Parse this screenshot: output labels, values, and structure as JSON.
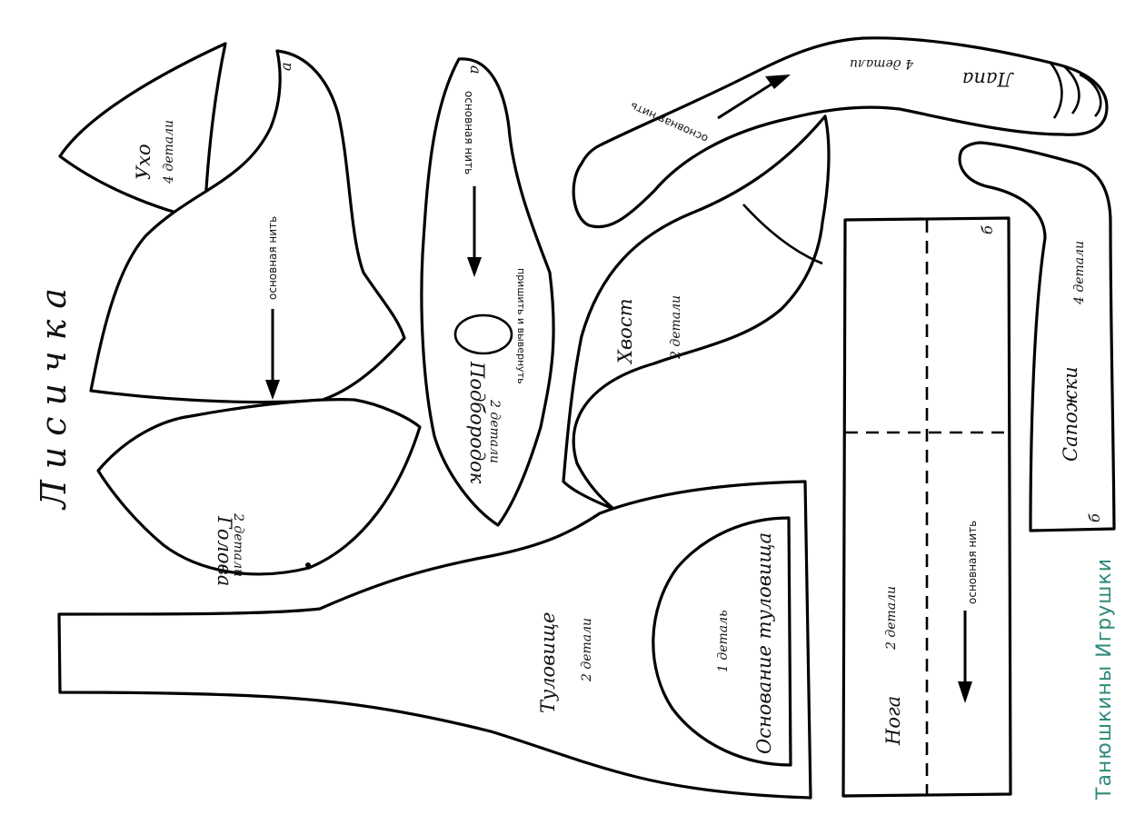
{
  "title": "Лисичка",
  "brand": "Танюшкины Игрушки",
  "grain_label": "основная нить",
  "pieces": {
    "ear": {
      "name": "Ухо",
      "count": "4 детали"
    },
    "head_top": {
      "corner": "а",
      "grain": "основная нить"
    },
    "head": {
      "name": "Голова",
      "count": "2 детали"
    },
    "chin": {
      "name": "Подбородок",
      "count": "2 детали",
      "corner": "а",
      "grain": "основная нить",
      "note": "пришить и вывернуть"
    },
    "paw": {
      "name": "Лапа",
      "count": "4 детали",
      "grain": "основная нить"
    },
    "tail": {
      "name": "Хвост",
      "count": "2 детали"
    },
    "boots": {
      "name": "Сапожки",
      "count": "4 детали",
      "corner": "б"
    },
    "leg": {
      "name": "Нога",
      "count": "2 детали",
      "grain": "основная нить",
      "corner": "б"
    },
    "body": {
      "name": "Туловище",
      "count": "2 детали"
    },
    "body_base": {
      "name": "Основание туловища",
      "count": "1 деталь"
    }
  },
  "colors": {
    "outline": "#000000",
    "brand": "#2e8a7a",
    "background": "#ffffff"
  }
}
